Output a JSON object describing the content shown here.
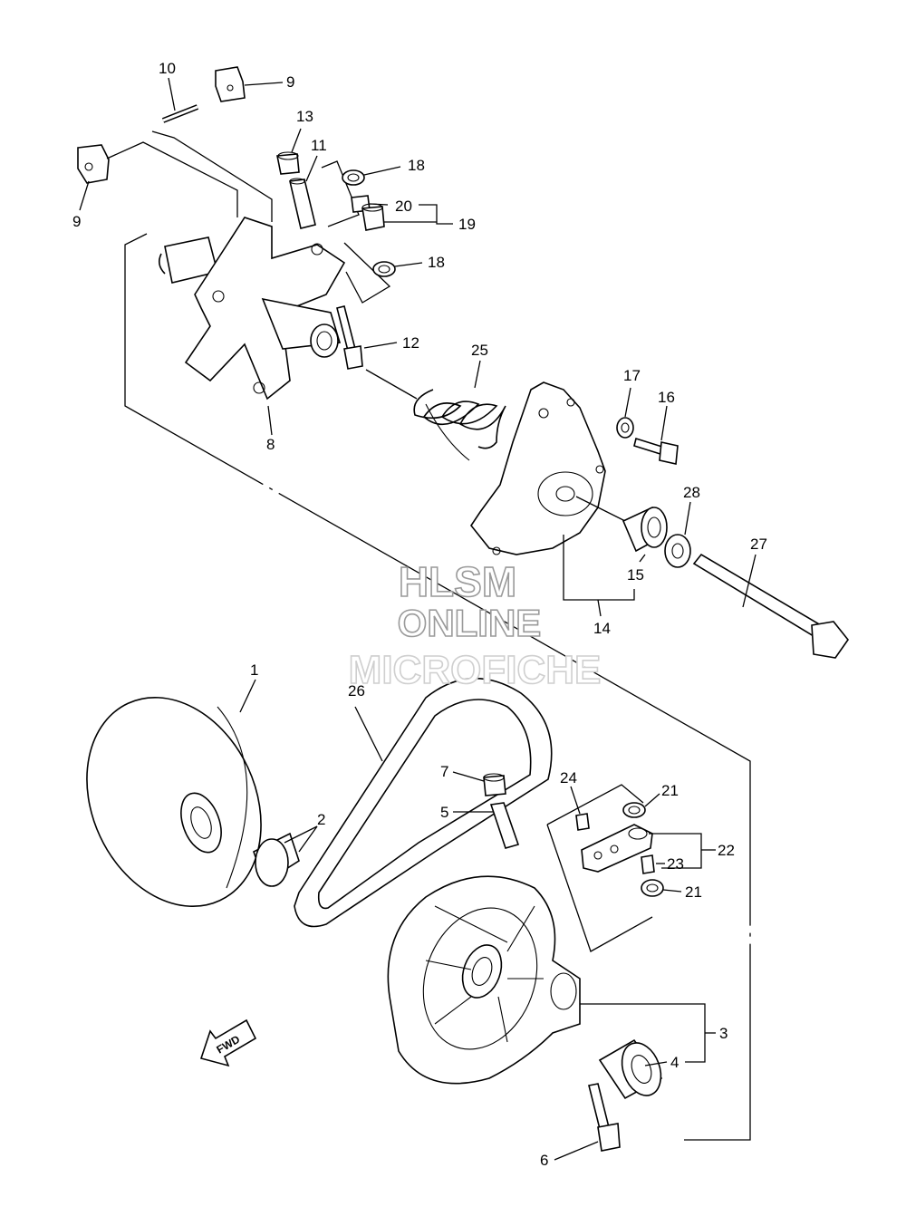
{
  "diagram": {
    "watermark": {
      "line1": "HLSM",
      "line2": "ONLINE",
      "line3": "MICROFICHE"
    },
    "fwd_label": "FWD",
    "callouts": {
      "c1": "1",
      "c2": "2",
      "c3": "3",
      "c4": "4",
      "c5": "5",
      "c6": "6",
      "c7": "7",
      "c8": "8",
      "c9a": "9",
      "c9b": "9",
      "c10": "10",
      "c11": "11",
      "c12": "12",
      "c13": "13",
      "c14": "14",
      "c15": "15",
      "c16": "16",
      "c17": "17",
      "c18a": "18",
      "c18b": "18",
      "c19": "19",
      "c20": "20",
      "c21a": "21",
      "c21b": "21",
      "c22": "22",
      "c23": "23",
      "c24": "24",
      "c25": "25",
      "c26": "26",
      "c27": "27",
      "c28": "28"
    }
  }
}
